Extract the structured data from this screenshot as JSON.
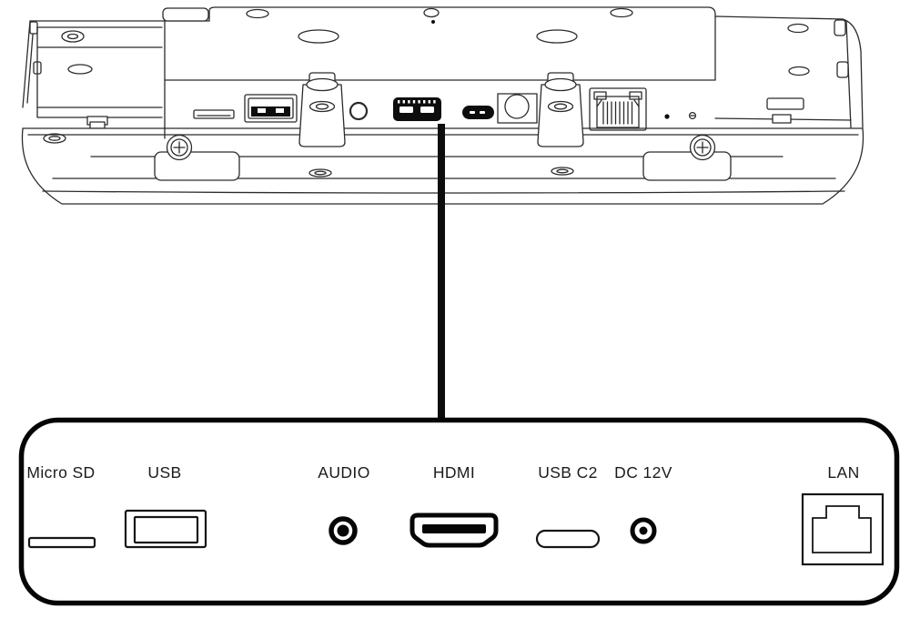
{
  "callout": {
    "ports": [
      {
        "label": "Micro SD",
        "icon": "microsd-slot-icon"
      },
      {
        "label": "USB",
        "icon": "usb-a-port-icon"
      },
      {
        "label": "AUDIO",
        "icon": "audio-jack-icon"
      },
      {
        "label": "HDMI",
        "icon": "hdmi-port-icon"
      },
      {
        "label": "USB C2",
        "icon": "usb-c-port-icon"
      },
      {
        "label": "DC 12V",
        "icon": "dc-power-jack-icon"
      },
      {
        "label": "LAN",
        "icon": "lan-port-icon"
      }
    ]
  },
  "colors": {
    "background": "#ffffff",
    "art_line": "#2b2b2b",
    "callout_border": "#000000",
    "port_fill": "#0d0d0d"
  }
}
